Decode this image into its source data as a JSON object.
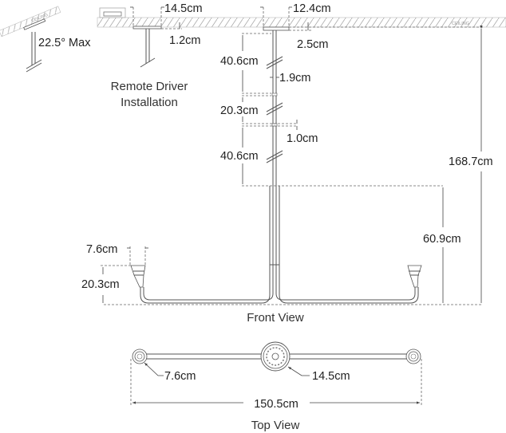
{
  "ceiling_label": "CEILING",
  "slope": {
    "angle_label": "22.5° Max"
  },
  "remote_driver": {
    "canopy_width": "14.5cm",
    "canopy_height": "1.2cm",
    "caption": [
      "Remote Driver",
      "Installation"
    ]
  },
  "front_view": {
    "caption": "Front View",
    "canopy_width": "12.4cm",
    "canopy_height": "2.5cm",
    "stem_segments": [
      "40.6cm",
      "20.3cm",
      "40.6cm"
    ],
    "stem_diameter": "1.9cm",
    "coupler_height": "1.0cm",
    "overall_height": "168.7cm",
    "fixture_height": "60.9cm",
    "shade_width": "7.6cm",
    "shade_height": "20.3cm"
  },
  "top_view": {
    "caption": "Top View",
    "shade_diameter": "7.6cm",
    "canopy_diameter": "14.5cm",
    "overall_width": "150.5cm"
  }
}
